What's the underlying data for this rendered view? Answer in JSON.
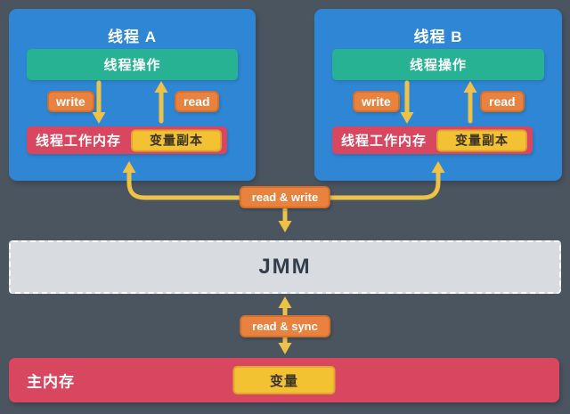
{
  "colors": {
    "background": "#4a5560",
    "thread_box": "#2e86d4",
    "operation_bar": "#27b293",
    "badge_orange": "#e8823e",
    "memory_red": "#d9465f",
    "variable_yellow": "#f3c232",
    "arrow_yellow": "#edc247",
    "jmm_gray": "#d8dbdf",
    "jmm_text": "#333e4c"
  },
  "threads": [
    {
      "title": "线程 A",
      "operation_label": "线程操作",
      "write_label": "write",
      "read_label": "read",
      "working_memory_label": "线程工作内存",
      "variable_copy_label": "变量副本"
    },
    {
      "title": "线程 B",
      "operation_label": "线程操作",
      "write_label": "write",
      "read_label": "read",
      "working_memory_label": "线程工作内存",
      "variable_copy_label": "变量副本"
    }
  ],
  "connectors": {
    "read_write_label": "read & write",
    "read_sync_label": "read & sync"
  },
  "jmm": {
    "label": "JMM"
  },
  "main_memory": {
    "label": "主内存",
    "variable_label": "变量"
  }
}
